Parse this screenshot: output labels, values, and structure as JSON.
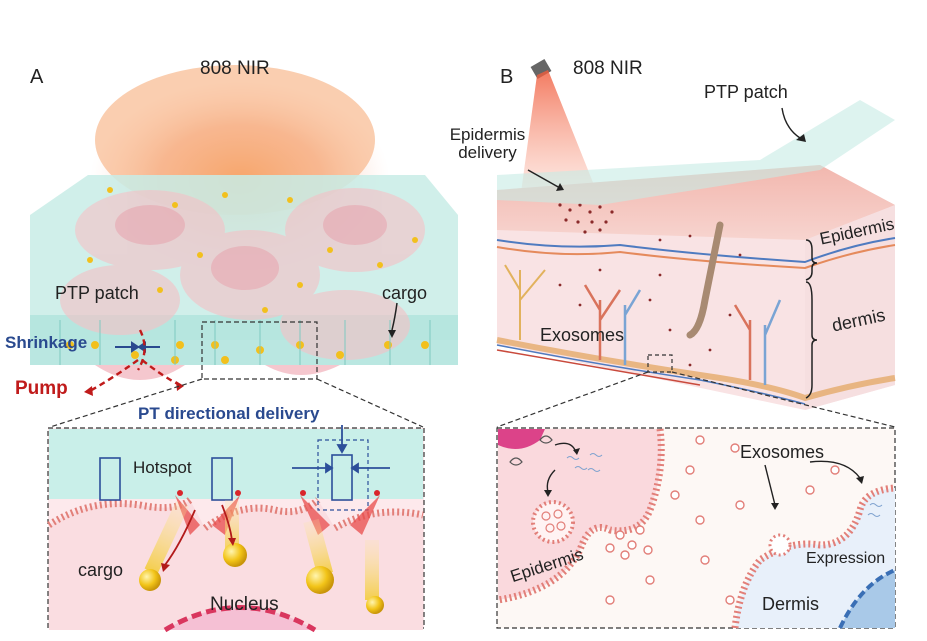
{
  "panel_a": {
    "letter": "A",
    "nir_label": "808 NIR",
    "ptp_patch_label": "PTP patch",
    "cargo_label": "cargo",
    "shrinkage_label": "Shrinkage",
    "pump_label": "Pump",
    "pt_delivery_label": "PT directional delivery",
    "hotspot_label": "Hotspot",
    "cargo_inset_label": "cargo",
    "nucleus_label": "Nucleus"
  },
  "panel_b": {
    "letter": "B",
    "nir_label": "808 NIR",
    "ptp_patch_label": "PTP patch",
    "epidermis_delivery_label": "Epidermis delivery",
    "epidermis_label": "Epidermis",
    "dermis_label": "dermis",
    "exosomes_label": "Exosomes",
    "inset_exosomes_label": "Exosomes",
    "expression_label": "Expression",
    "inset_epidermis_label": "Epidermis",
    "inset_dermis_label": "Dermis"
  },
  "colors": {
    "patch": "#bfe9e4",
    "skin": "#f4c8c4",
    "membrane": "#e0807a",
    "cargo": "#f1c21b",
    "nir": "#f08a6a",
    "label_blue": "#2a4a8f",
    "label_red": "#c01b1b"
  }
}
